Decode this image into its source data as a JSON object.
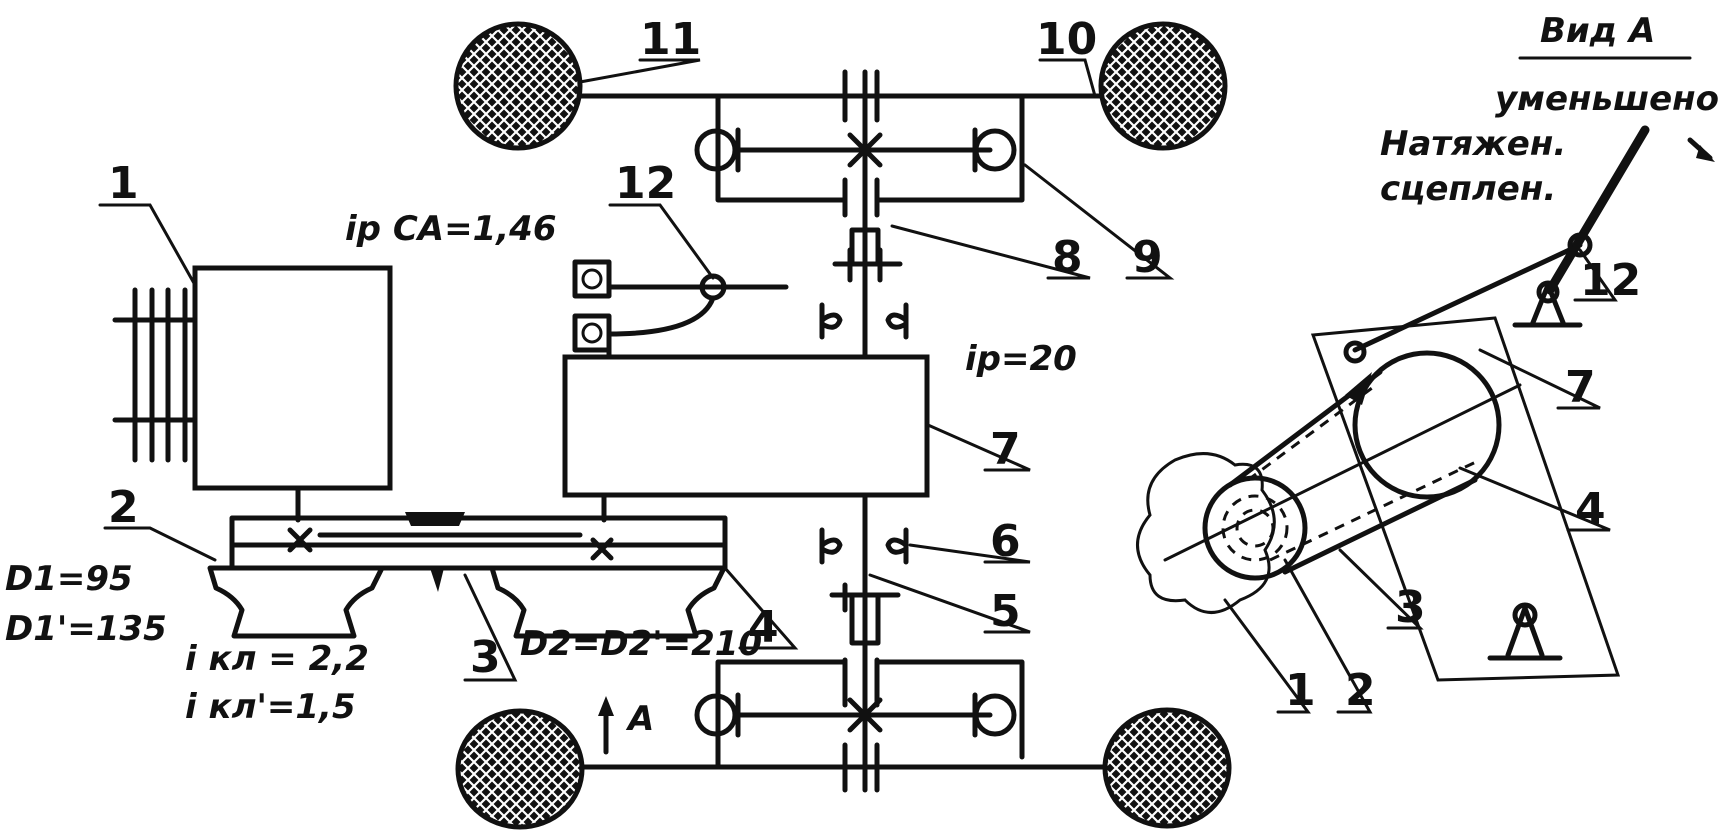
{
  "labels": {
    "n1": "1",
    "n2": "2",
    "n3": "3",
    "n4": "4",
    "n5": "5",
    "n6": "6",
    "n7": "7",
    "n8": "8",
    "n9": "9",
    "n10": "10",
    "n11": "11",
    "n12": "12"
  },
  "ratios": {
    "ip_ca": "ip CA=1,46",
    "ip": "ip=20",
    "ikl": "i кл = 2,2",
    "ikl_prime": "i кл'=1,5"
  },
  "diameters": {
    "d1": "D1=95",
    "d1_prime": "D1'=135",
    "d2": "D2=D2'=210"
  },
  "arrow_label": "A",
  "view": {
    "title": "Вид А",
    "subtitle": "уменьшено",
    "tension_line1": "Натяжен.",
    "tension_line2": "сцеплен."
  },
  "view_labels": {
    "n1": "1",
    "n2": "2",
    "n3": "3",
    "n4": "4",
    "n7": "7",
    "n12": "12"
  }
}
